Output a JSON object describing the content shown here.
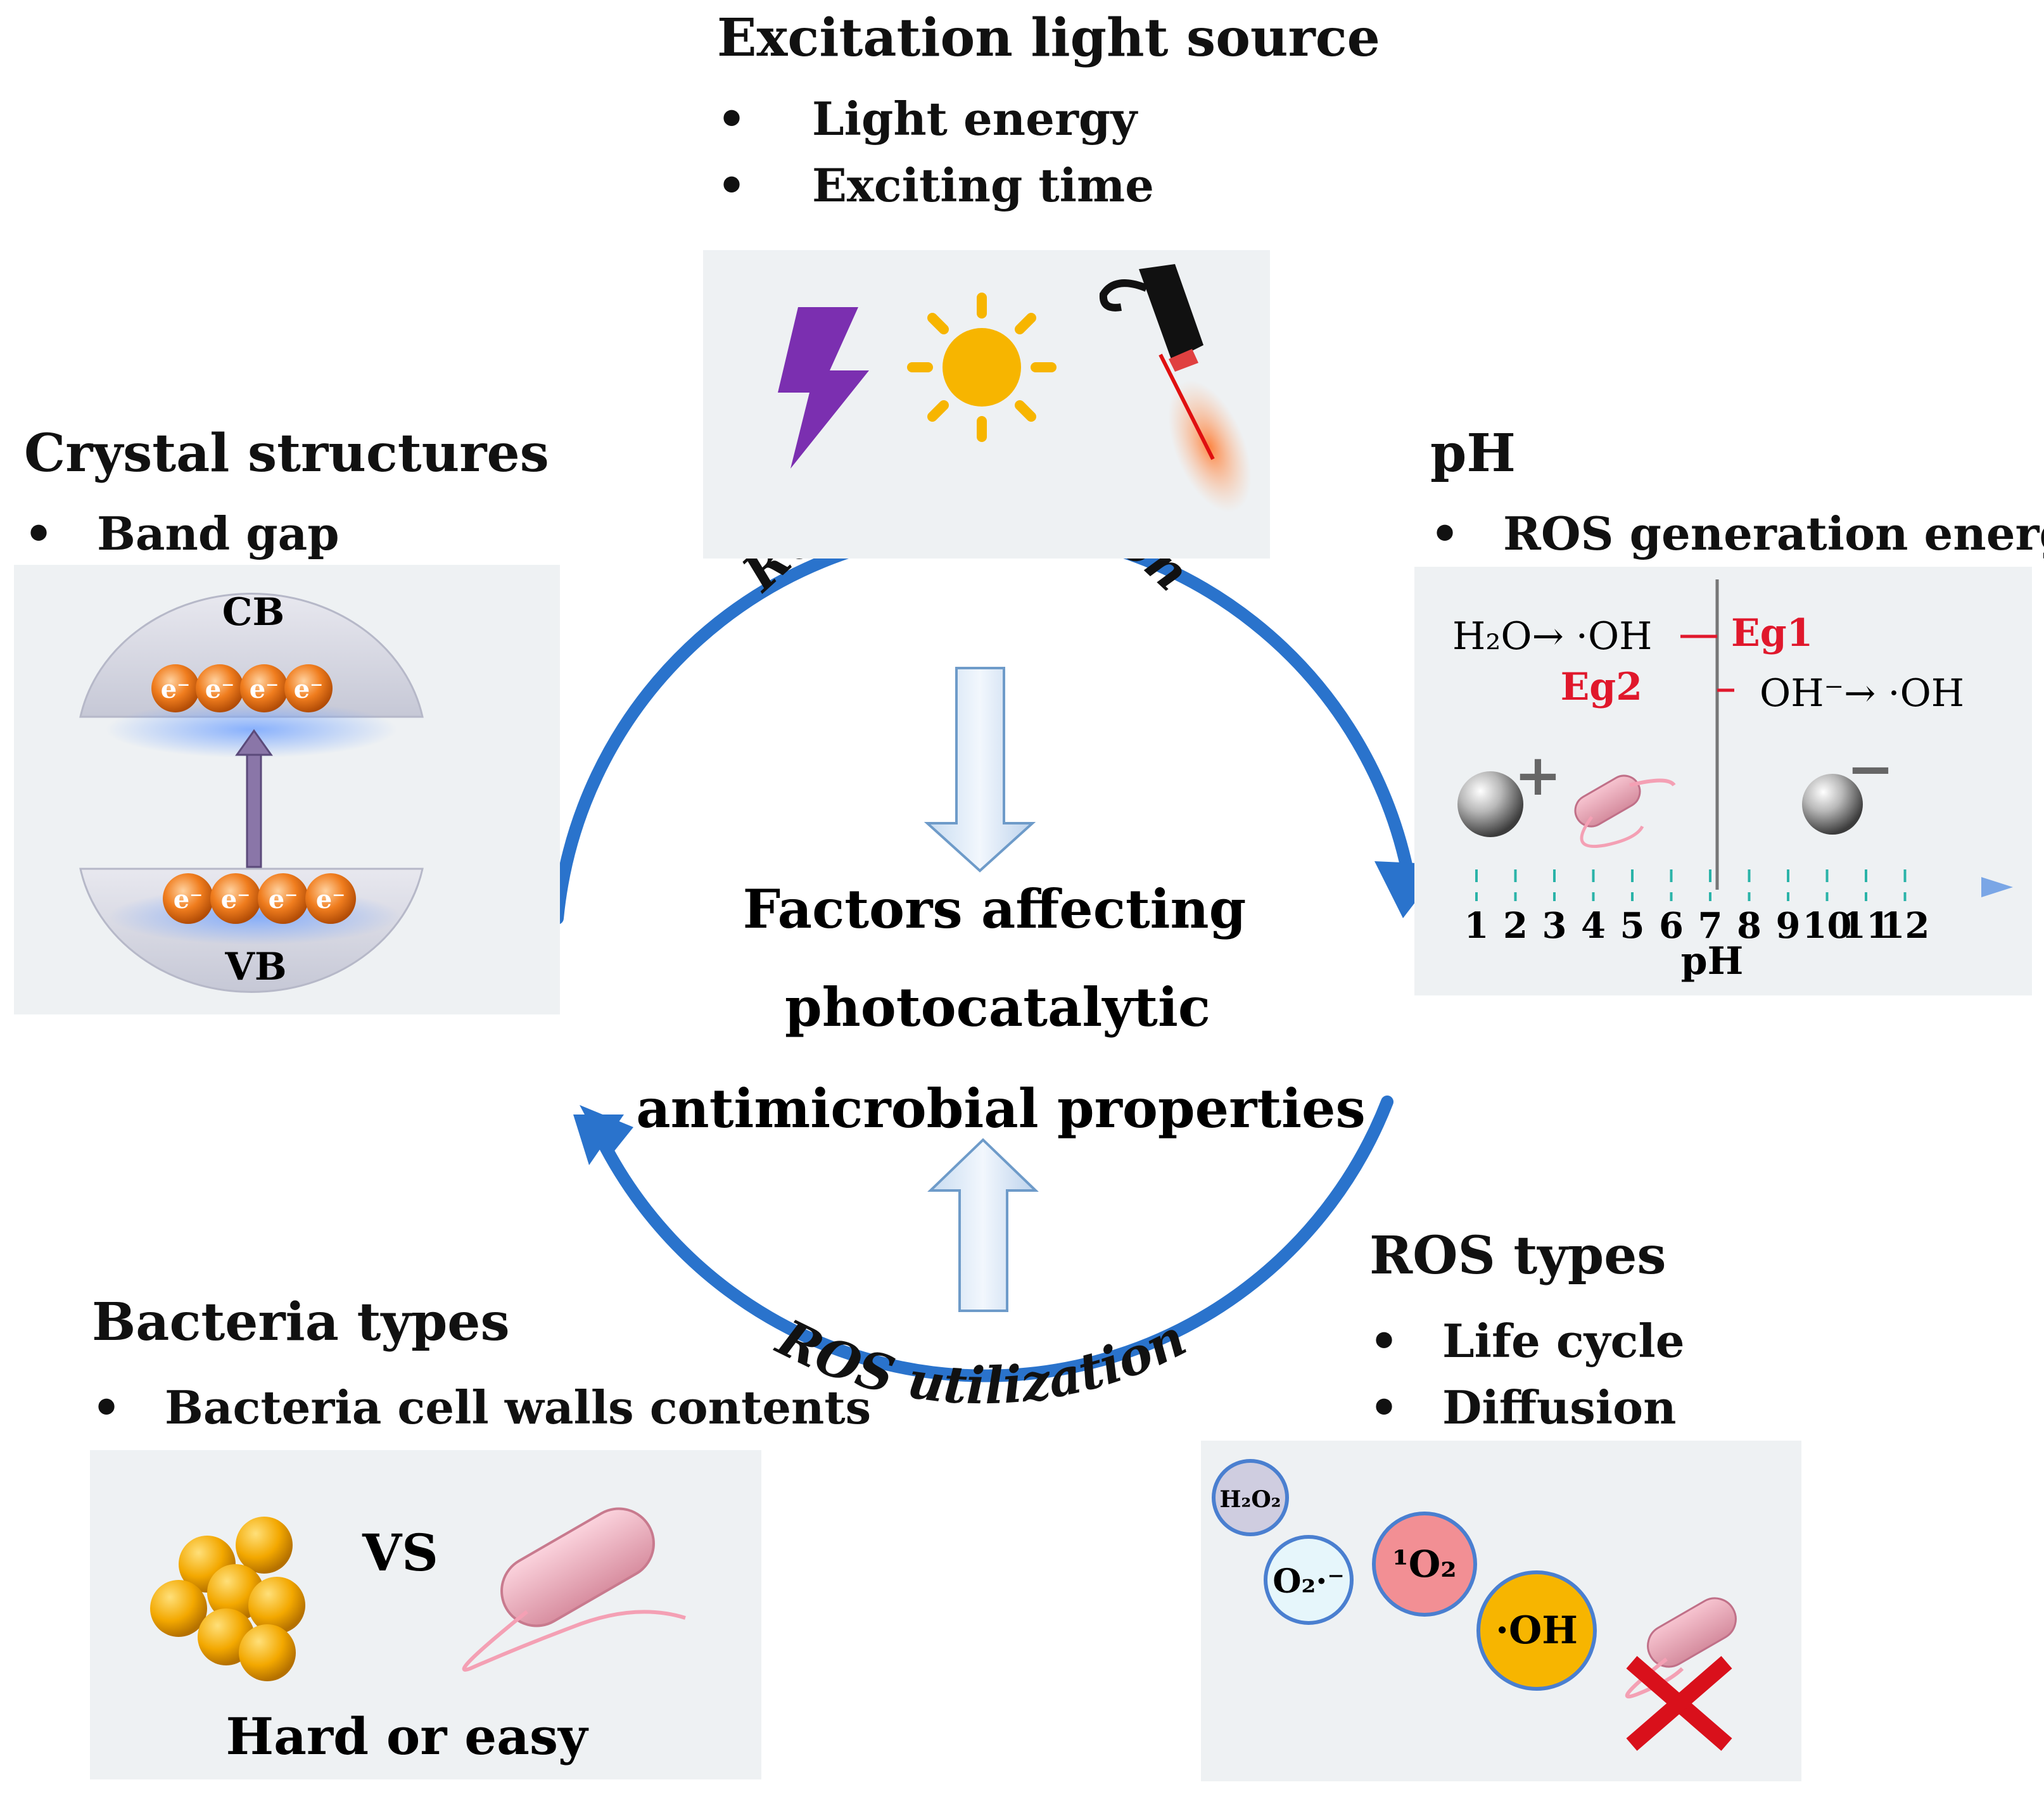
{
  "center": {
    "lines": [
      "Factors affecting",
      "photocatalytic",
      "antimicrobial properties"
    ],
    "top_arc_label": "ROS production",
    "bottom_arc_label": "ROS utilization"
  },
  "excitation": {
    "title": "Excitation light source",
    "bullets": [
      "Light energy",
      "Exciting time"
    ],
    "icons": [
      "lightning-icon",
      "sun-icon",
      "laser-pointer-icon"
    ]
  },
  "crystal": {
    "title": "Crystal structures",
    "bullets": [
      "Band gap"
    ],
    "cb_label": "CB",
    "vb_label": "VB",
    "electron_label": "e⁻"
  },
  "ph": {
    "title": "pH",
    "bullets": [
      "ROS generation energy"
    ],
    "reaction1": "H₂O→ ·OH",
    "reaction2": "OH⁻→ ·OH",
    "eg1": "Eg1",
    "eg2": "Eg2",
    "axis_label": "pH",
    "ticks": [
      "1",
      "2",
      "3",
      "4",
      "5",
      "6",
      "7",
      "8",
      "9",
      "10",
      "11",
      "12"
    ],
    "plus": "+",
    "minus": "−"
  },
  "ros_types": {
    "title": "ROS types",
    "bullets": [
      "Life cycle",
      "Diffusion"
    ],
    "species": [
      "H₂O₂",
      "O₂·⁻",
      "¹O₂",
      "·OH"
    ]
  },
  "bacteria": {
    "title": "Bacteria types",
    "bullets": [
      "Bacteria cell walls contents"
    ],
    "vs": "VS",
    "caption": "Hard or easy"
  },
  "colors": {
    "arc_blue": "#2a73cc",
    "panel_bg": "#eef1f3",
    "eg_red": "#e0182c",
    "electron_orange": "#f07d1e",
    "lightning_purple": "#7b2fb0",
    "sun_yellow": "#f7b500",
    "cross_red": "#d9101b"
  }
}
